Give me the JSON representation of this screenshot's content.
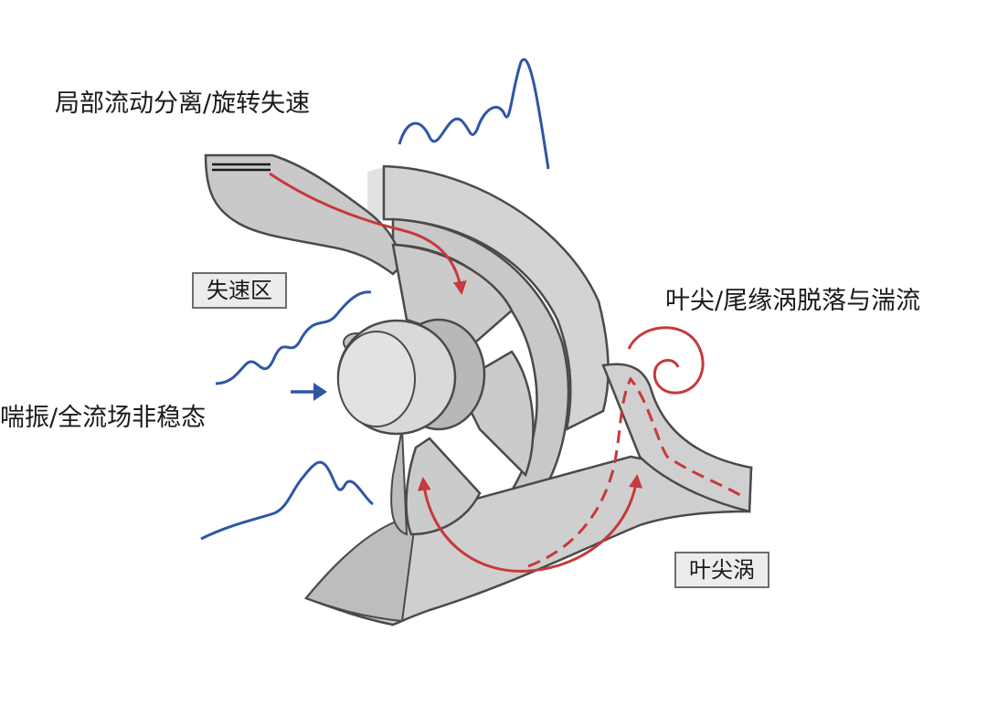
{
  "labels": {
    "local_separation": "局部流动分离/旋转失速",
    "stall_zone": "失速区",
    "surge": "喘振/全流场非稳态",
    "tip_wake_shedding": "叶尖/尾缘涡脱落与湍流",
    "tip_vortex": "叶尖涡"
  },
  "colors": {
    "casing_fill": "#d3d3d3",
    "casing_stroke": "#4a4a4a",
    "blade_fill": "#cbcbcb",
    "flow_red": "#c6393c",
    "wave_blue": "#2f56a6",
    "box_fill": "#ececec"
  }
}
